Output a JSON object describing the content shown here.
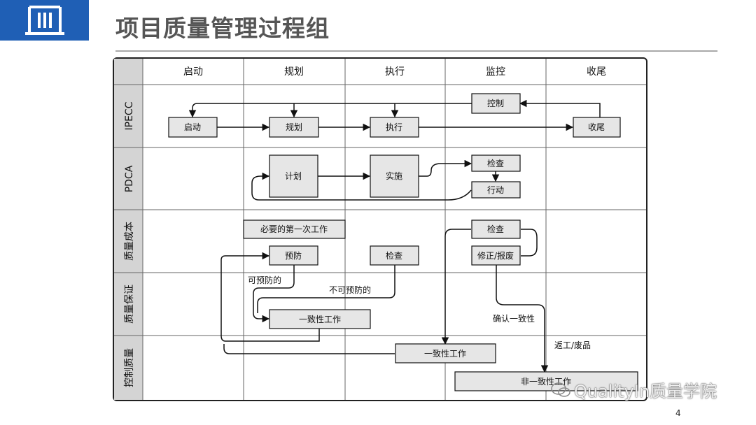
{
  "header": {
    "title": "项目质量管理过程组"
  },
  "columns": [
    "启动",
    "规划",
    "执行",
    "监控",
    "收尾"
  ],
  "rows": [
    "IPECC",
    "PDCA",
    "质量成本",
    "质量保证",
    "控制质量"
  ],
  "ipecc": {
    "start": "启动",
    "plan": "规划",
    "execute": "执行",
    "control": "控制",
    "close": "收尾"
  },
  "pdca": {
    "plan": "计划",
    "do": "实施",
    "check": "检查",
    "act": "行动"
  },
  "quality_cost": {
    "first_time": "必要的第一次工作",
    "prevention": "预防",
    "inspection": "检查",
    "inspection2": "检查",
    "repair": "修正/报废"
  },
  "flow_labels": {
    "preventable": "可预防的",
    "not_preventable": "不可预防的",
    "confirm": "确认一致性",
    "rework": "返工/废品"
  },
  "quality_assurance": {
    "conformance": "一致性工作"
  },
  "quality_control": {
    "conformance": "一致性工作",
    "nonconformance": "非一致性工作"
  },
  "footer": {
    "page_number": "4",
    "watermark": "QualityIn质量学院"
  },
  "colors": {
    "brand_blue": "#1f5fb5",
    "header_fill": "#d4d4d4",
    "box_fill": "#e6e6e6"
  }
}
